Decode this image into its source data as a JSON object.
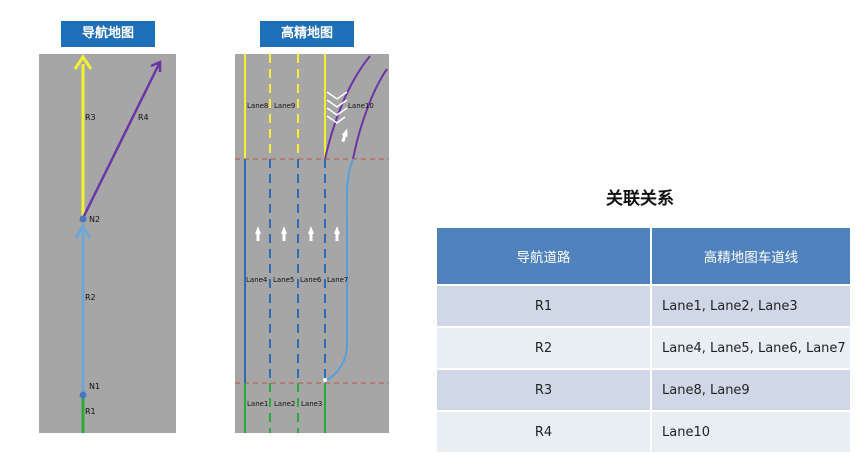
{
  "nav_panel": {
    "title": "导航地图",
    "labels": {
      "r3": "R3",
      "r4": "R4",
      "n2": "N2",
      "r2": "R2",
      "n1": "N1",
      "r1": "R1"
    }
  },
  "hd_panel": {
    "title": "高精地图",
    "labels": {
      "lane8": "Lane8",
      "lane9": "Lane9",
      "lane10": "Lane10",
      "lane4": "Lane4",
      "lane5": "Lane5",
      "lane6": "Lane6",
      "lane7": "Lane7",
      "lane1": "Lane1",
      "lane2": "Lane2",
      "lane3": "Lane3"
    }
  },
  "relation": {
    "title": "关联关系",
    "headers": [
      "导航道路",
      "高精地图车道线"
    ],
    "rows": [
      {
        "road": "R1",
        "lanes": "Lane1, Lane2, Lane3"
      },
      {
        "road": "R2",
        "lanes": "Lane4, Lane5, Lane6, Lane7"
      },
      {
        "road": "R3",
        "lanes": "Lane8, Lane9"
      },
      {
        "road": "R4",
        "lanes": "Lane10"
      }
    ]
  },
  "colors": {
    "panel_bg": "#a6a6a6",
    "title_tag": "#1d6fb8",
    "yellow": "#f5f032",
    "purple": "#6a35a6",
    "blue": "#2b6cb5",
    "light_blue": "#5a9ed6",
    "green": "#2eaa3c",
    "table_header": "#4f81bd",
    "red_dash": "#c0504d"
  }
}
